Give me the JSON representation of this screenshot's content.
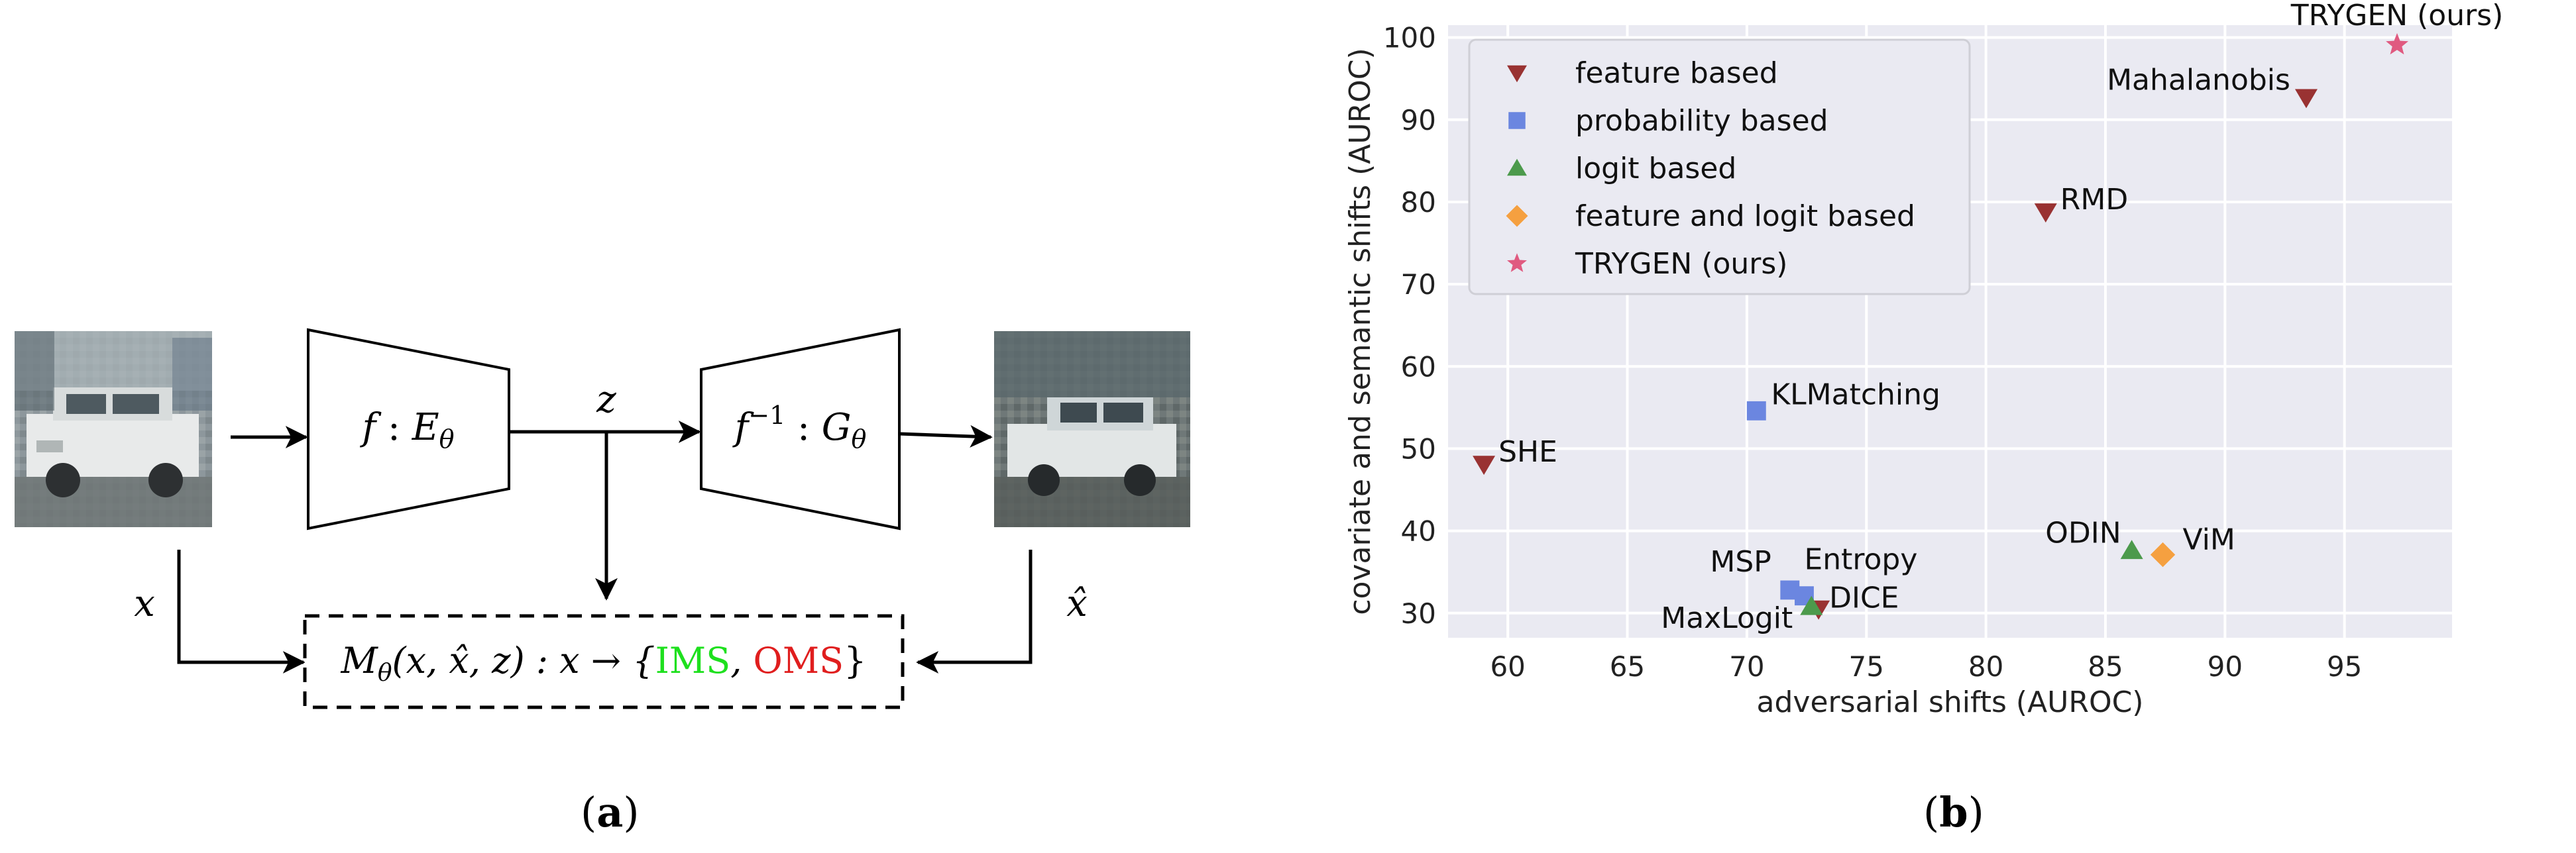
{
  "panel_a": {
    "caption": "a",
    "encoder_label": {
      "func": "f",
      "sep": " : ",
      "op": "E",
      "sub": "θ"
    },
    "decoder_label": {
      "func": "f",
      "sup": "−1",
      "sep": " : ",
      "op": "G",
      "sub": "θ"
    },
    "latent_label": "z",
    "input_label": "x",
    "recon_label": "x̂",
    "monitor_label": {
      "func": "M",
      "sub": "θ",
      "args": "(x, x̂, z) : x → {",
      "ims": "IMS",
      "comma": ", ",
      "oms": "OMS",
      "close": "}"
    },
    "colors": {
      "ims": "#1ee01e",
      "oms": "#e01e1e"
    }
  },
  "panel_b": {
    "caption": "b"
  },
  "chart_data": {
    "type": "scatter",
    "xlabel": "adversarial shifts (AUROC)",
    "ylabel": "covariate and semantic shifts (AUROC)",
    "xlim": [
      57.5,
      99.5
    ],
    "ylim": [
      27,
      101.5
    ],
    "xticks": [
      60,
      65,
      70,
      75,
      80,
      85,
      90,
      95
    ],
    "yticks": [
      30,
      40,
      50,
      60,
      70,
      80,
      90,
      100
    ],
    "grid": true,
    "background": "#eaeaf2",
    "legend_position": "top-left",
    "series": [
      {
        "name": "feature based",
        "marker": "triangle-down",
        "color": "#993232",
        "points": [
          {
            "label": "Mahalanobis",
            "x": 93.4,
            "y": 92.7
          },
          {
            "label": "RMD",
            "x": 82.5,
            "y": 78.8
          },
          {
            "label": "SHE",
            "x": 59.0,
            "y": 48.1
          },
          {
            "label": "DICE",
            "x": 73.0,
            "y": 30.5
          }
        ]
      },
      {
        "name": "probability based",
        "marker": "square",
        "color": "#6b86e0",
        "points": [
          {
            "label": "KLMatching",
            "x": 70.4,
            "y": 54.6
          },
          {
            "label": "MSP",
            "x": 71.8,
            "y": 32.8
          },
          {
            "label": "Entropy",
            "x": 72.4,
            "y": 32.1
          }
        ]
      },
      {
        "name": "logit based",
        "marker": "triangle-up",
        "color": "#4c9a4c",
        "points": [
          {
            "label": "ODIN",
            "x": 86.1,
            "y": 37.6
          },
          {
            "label": "MaxLogit",
            "x": 72.7,
            "y": 30.8
          }
        ]
      },
      {
        "name": "feature and logit based",
        "marker": "diamond",
        "color": "#f5a040",
        "points": [
          {
            "label": "ViM",
            "x": 87.4,
            "y": 37.1
          }
        ]
      },
      {
        "name": "TRYGEN (ours)",
        "marker": "star",
        "color": "#e05a80",
        "points": [
          {
            "label": "TRYGEN (ours)",
            "x": 97.2,
            "y": 99.1
          }
        ]
      }
    ]
  }
}
